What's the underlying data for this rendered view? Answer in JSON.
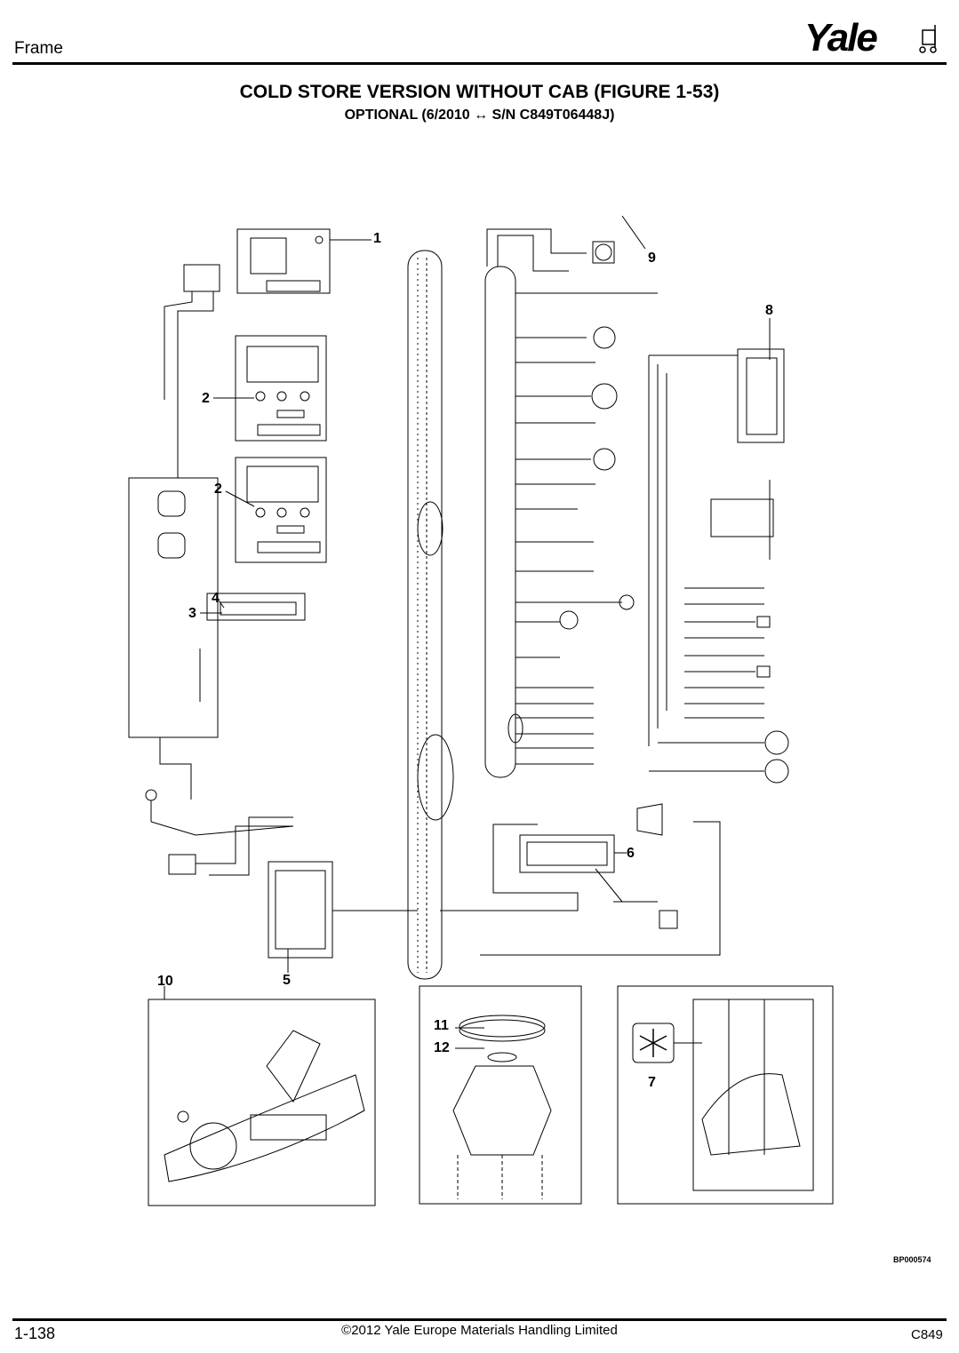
{
  "header": {
    "section": "Frame",
    "brand": "Yale"
  },
  "figure": {
    "title": "COLD STORE VERSION WITHOUT CAB (FIGURE 1-53)",
    "subtitle": "OPTIONAL  (6/2010 ↔ S/N C849T06448J)",
    "reference": "BP000574",
    "callouts": [
      "1",
      "2",
      "2",
      "3",
      "4",
      "5",
      "6",
      "7",
      "8",
      "9",
      "10",
      "11",
      "12"
    ]
  },
  "footer": {
    "page_number": "1-138",
    "copyright": "©2012 Yale Europe Materials Handling Limited",
    "model": "C849"
  }
}
